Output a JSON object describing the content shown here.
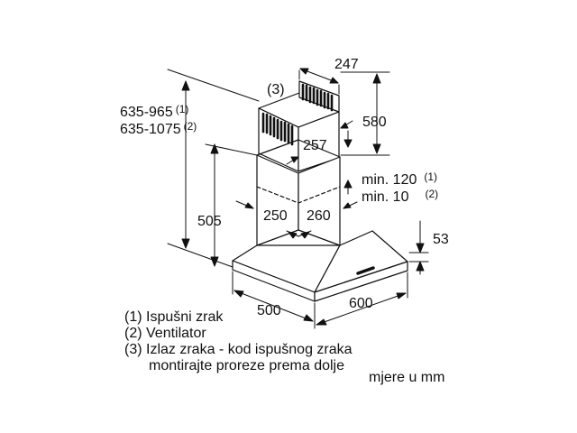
{
  "dimensions": {
    "height_range_1": "635-965",
    "height_range_1_note": "(1)",
    "height_range_2": "635-1075",
    "height_range_2_note": "(2)",
    "outlet_callout": "(3)",
    "chimney_width": "247",
    "upper_chimney_height": "580",
    "chimney_depth_top": "257",
    "min_gap_1": "min. 120",
    "min_gap_1_note": "(1)",
    "min_gap_2": "min. 10",
    "min_gap_2_note": "(2)",
    "lower_chimney_height": "505",
    "chimney_width_lower": "250",
    "chimney_depth_lower": "260",
    "hood_thickness": "53",
    "hood_width": "500",
    "hood_depth": "600"
  },
  "legend": {
    "item1": "(1) Ispušni zrak",
    "item2": "(2) Ventilator",
    "item3_line1": "(3) Izlaz zraka - kod ispušnog zraka",
    "item3_line2": "montirajte proreze prema dolje"
  },
  "units": "mjere u mm"
}
